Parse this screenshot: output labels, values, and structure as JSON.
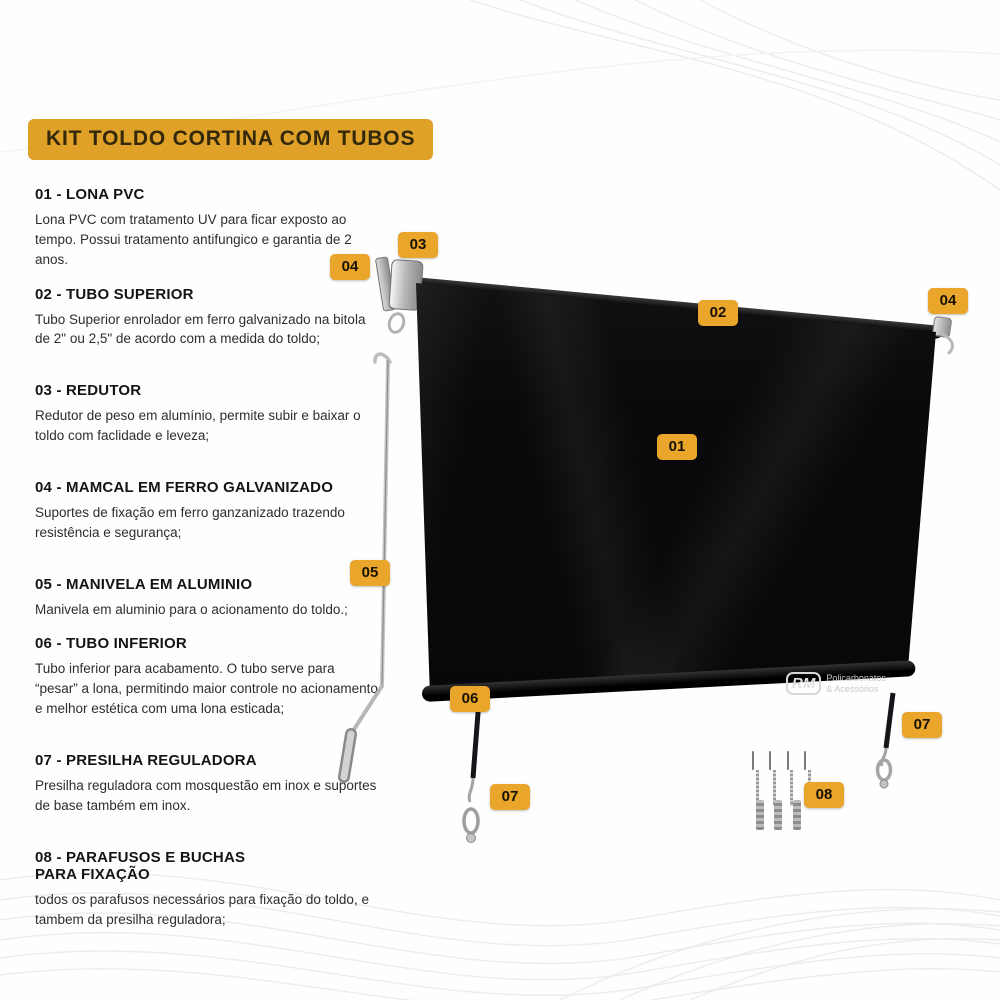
{
  "page": {
    "title": "KIT TOLDO CORTINA COM TUBOS"
  },
  "items": [
    {
      "num": "01",
      "title": "01 - LONA PVC",
      "desc": "Lona PVC com tratamento UV para ficar exposto ao tempo. Possui tratamento antifungico e garantia de 2 anos."
    },
    {
      "num": "02",
      "title": "02 - TUBO SUPERIOR",
      "desc": "Tubo Superior enrolador em ferro galvanizado na bitola de 2\" ou 2,5\" de acordo com a medida do toldo;"
    },
    {
      "num": "03",
      "title": "03 - REDUTOR",
      "desc": "Redutor de peso em alumínio, permite subir e baixar o toldo com faclidade e leveza;"
    },
    {
      "num": "04",
      "title": "04 - MAMCAL  EM FERRO GALVANIZADO",
      "desc": "Suportes de fixação em ferro ganzanizado trazendo resistência e segurança;"
    },
    {
      "num": "05",
      "title": "05 - MANIVELA EM ALUMINIO",
      "desc": "Manivela em aluminio para o acionamento do toldo.;"
    },
    {
      "num": "06",
      "title": "06 - TUBO INFERIOR",
      "desc": "Tubo inferior para acabamento. O tubo serve para “pesar” a lona, permitindo maior controle no acionamento e melhor estética com uma lona esticada;"
    },
    {
      "num": "07",
      "title": "07 - PRESILHA REGULADORA",
      "desc": "Presilha reguladora com mosquestão em inox e suportes de base também em inox."
    },
    {
      "num": "08",
      "title": "08 - PARAFUSOS E BUCHAS\nPARA FIXAÇÃO",
      "desc": "todos os parafusos necessários para fixação do toldo, e tambem da presilha reguladora;"
    }
  ],
  "badges": [
    {
      "label": "03"
    },
    {
      "label": "04"
    },
    {
      "label": "02"
    },
    {
      "label": "04"
    },
    {
      "label": "01"
    },
    {
      "label": "05"
    },
    {
      "label": "06"
    },
    {
      "label": "07"
    },
    {
      "label": "08"
    },
    {
      "label": "07"
    }
  ],
  "watermark": {
    "logo": "RM",
    "line1": "Policarbonatos",
    "line2": "& Acessórios"
  },
  "colors": {
    "accent": "#DFA128",
    "badge": "#E9A62B",
    "canvas": "#0a0a0c",
    "text": "#141414"
  }
}
